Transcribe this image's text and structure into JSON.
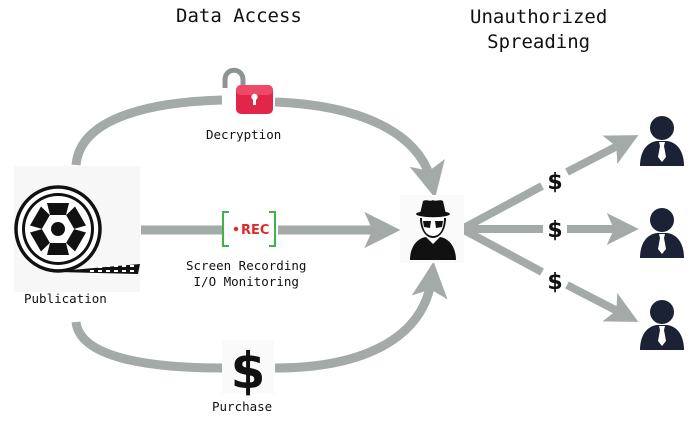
{
  "headings": {
    "data_access": "Data Access",
    "unauthorized_spreading_line1": "Unauthorized",
    "unauthorized_spreading_line2": "Spreading"
  },
  "source": {
    "label": "Publication",
    "icon": "film-reel-icon"
  },
  "paths": [
    {
      "id": "decryption",
      "label": "Decryption",
      "icon": "unlocked-padlock-icon"
    },
    {
      "id": "screen-recording",
      "label_line1": "Screen Recording",
      "label_line2": "I/O Monitoring",
      "icon": "rec-icon",
      "icon_text": "REC"
    },
    {
      "id": "purchase",
      "label": "Purchase",
      "icon": "dollar-icon",
      "icon_text": "$"
    }
  ],
  "attacker": {
    "icon": "hacker-icon"
  },
  "recipients": [
    {
      "icon": "user-icon",
      "payment_symbol": "$"
    },
    {
      "icon": "user-icon",
      "payment_symbol": "$"
    },
    {
      "icon": "user-icon",
      "payment_symbol": "$"
    }
  ],
  "colors": {
    "arrow": "#a3aaa7",
    "lock_red": "#e2264a",
    "lock_shackle": "#8e9494",
    "rec_bracket": "#3db34a",
    "rec_text": "#e02a2a",
    "user": "#1b2236",
    "ink": "#111111"
  }
}
